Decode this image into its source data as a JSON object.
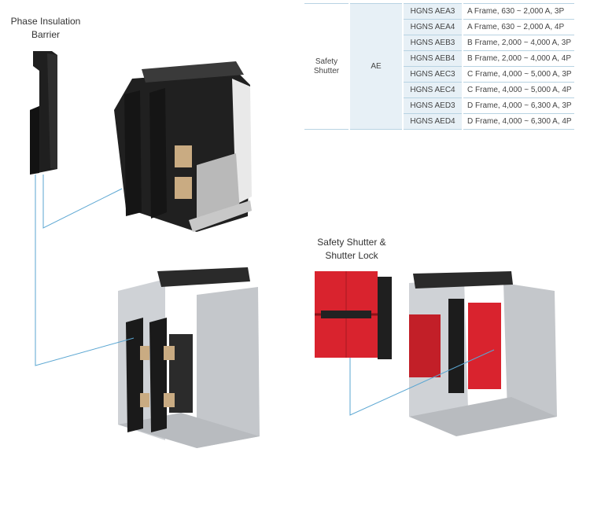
{
  "table": {
    "group_label": "Safety\nShutter",
    "sub_label": "AE",
    "rows": [
      {
        "model": "HGNS AEA3",
        "desc": "A Frame, 630 ~ 2,000 A, 3P"
      },
      {
        "model": "HGNS AEA4",
        "desc": "A Frame, 630 ~ 2,000 A, 4P"
      },
      {
        "model": "HGNS AEB3",
        "desc": "B Frame, 2,000 ~ 4,000 A, 3P"
      },
      {
        "model": "HGNS AEB4",
        "desc": "B Frame, 2,000 ~ 4,000 A, 4P"
      },
      {
        "model": "HGNS AEC3",
        "desc": "C Frame, 4,000 ~ 5,000 A, 3P"
      },
      {
        "model": "HGNS AEC4",
        "desc": "C Frame, 4,000 ~ 5,000 A, 4P"
      },
      {
        "model": "HGNS AED3",
        "desc": "D Frame, 4,000 ~ 6,300 A, 3P"
      },
      {
        "model": "HGNS AED4",
        "desc": "D Frame, 4,000 ~ 6,300 A, 4P"
      }
    ]
  },
  "captions": {
    "phase_barrier": "Phase Insulation\nBarrier",
    "safety_shutter": "Safety Shutter &\nShutter Lock"
  },
  "colors": {
    "leader_line": "#5aa6d2",
    "table_border": "#b8d3e3",
    "table_fill": "#e7f0f6",
    "shutter_red": "#d9232e"
  }
}
